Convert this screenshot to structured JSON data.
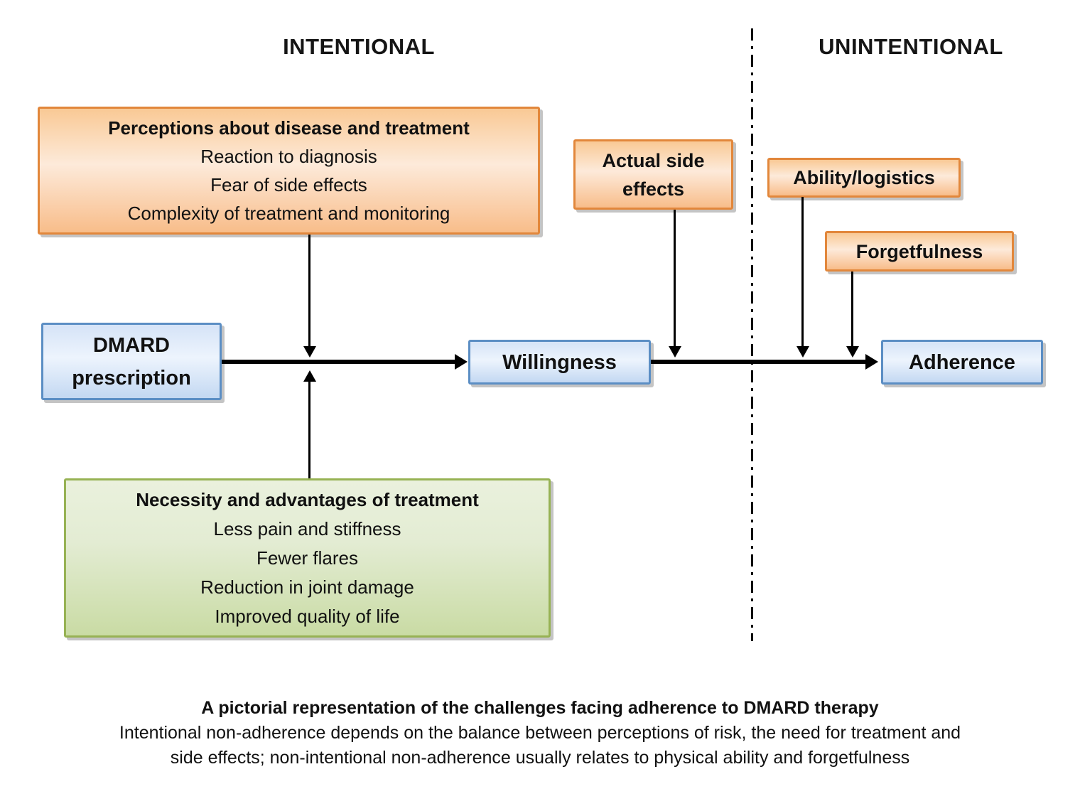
{
  "headers": {
    "intentional": "INTENTIONAL",
    "unintentional": "UNINTENTIONAL"
  },
  "boxes": {
    "perceptions": {
      "title": "Perceptions about disease and treatment",
      "lines": [
        "Reaction to diagnosis",
        "Fear of side effects",
        "Complexity of treatment and monitoring"
      ]
    },
    "actual_side_effects": {
      "label": "Actual side effects"
    },
    "ability": {
      "label": "Ability/logistics"
    },
    "forgetfulness": {
      "label": "Forgetfulness"
    },
    "dmard": {
      "label": "DMARD prescription"
    },
    "willingness": {
      "label": "Willingness"
    },
    "adherence": {
      "label": "Adherence"
    },
    "necessity": {
      "title": "Necessity and advantages of treatment",
      "lines": [
        "Less pain and stiffness",
        "Fewer flares",
        "Reduction in joint damage",
        "Improved quality of life"
      ]
    }
  },
  "caption": {
    "title": "A pictorial representation of the challenges facing adherence to DMARD therapy",
    "line2": "Intentional non-adherence depends on the balance between perceptions of risk, the need for treatment and",
    "line3": "side effects; non-intentional non-adherence usually relates to physical ability and forgetfulness"
  },
  "colors": {
    "orange_border": "#e2873b",
    "orange_fill_light": "#fdeada",
    "orange_fill_dark": "#f8bd8a",
    "blue_border": "#5b8ec4",
    "blue_fill_light": "#edf4fd",
    "blue_fill_dark": "#c3d8f2",
    "green_border": "#97b254",
    "green_fill_light": "#eaf1dd",
    "green_fill_dark": "#c9dba4",
    "line_color": "#000000",
    "text_color": "#111111",
    "background": "#ffffff"
  }
}
